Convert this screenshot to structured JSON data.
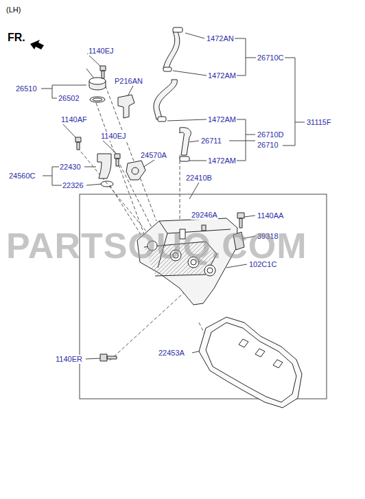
{
  "diagram": {
    "labels": [
      "(LH)",
      "FR.",
      "1140EJ",
      "1472AN",
      "26710C",
      "1472AM",
      "26510",
      "26502",
      "P216AN",
      "31115F",
      "1472AM",
      "26711",
      "26710D",
      "26710",
      "1140AF",
      "1140EJ",
      "24570A",
      "1472AM",
      "24560C",
      "22430",
      "22326",
      "22410B",
      "29246A",
      "1140AA",
      "39318",
      "102C1C",
      "22453A",
      "1140ER",
      "PARTSOUQ.COM"
    ]
  }
}
